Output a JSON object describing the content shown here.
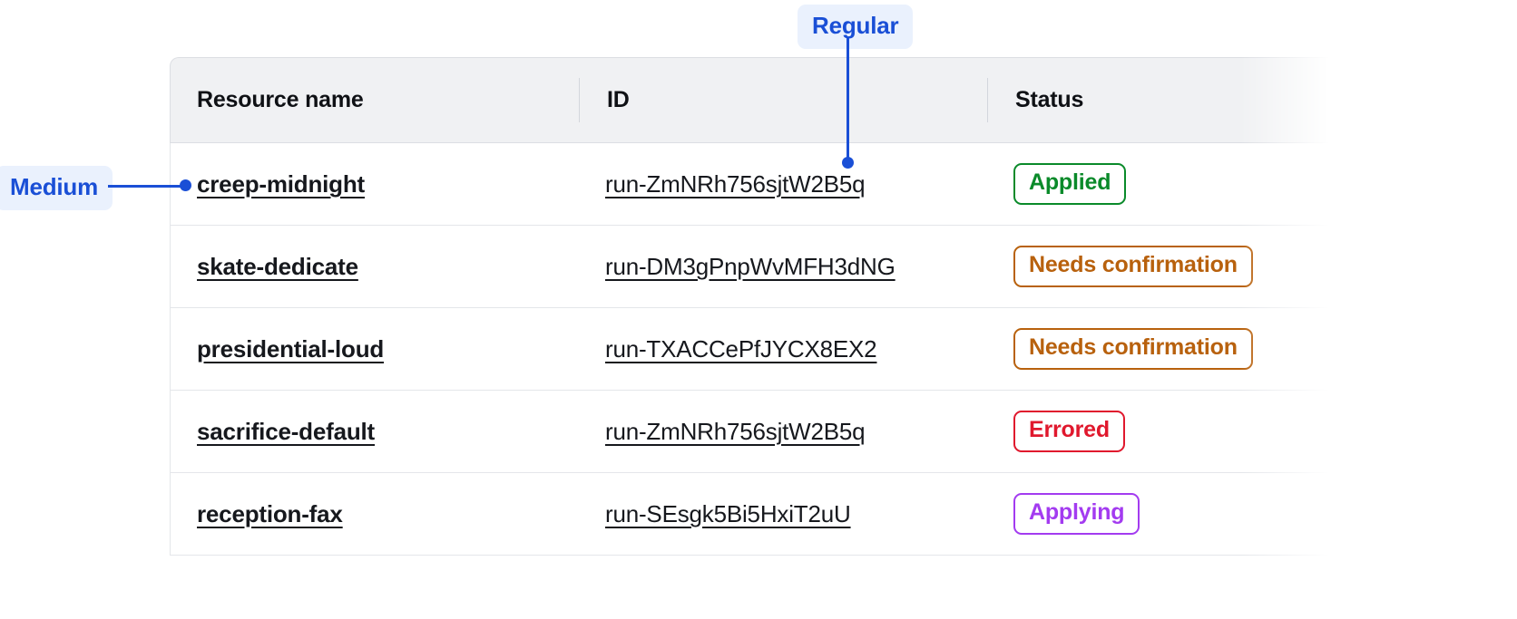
{
  "annotations": [
    {
      "id": "medium",
      "label": "Medium",
      "color": "#1a4fd6",
      "bg": "#eaf1fd",
      "points_to": "resource-name-cell"
    },
    {
      "id": "regular",
      "label": "Regular",
      "color": "#1a4fd6",
      "bg": "#eaf1fd",
      "points_to": "id-cell"
    }
  ],
  "table": {
    "columns": [
      {
        "key": "resource_name",
        "label": "Resource name"
      },
      {
        "key": "id",
        "label": "ID"
      },
      {
        "key": "status",
        "label": "Status"
      }
    ],
    "rows": [
      {
        "resource_name": "creep-midnight",
        "id": "run-ZmNRh756sjtW2B5q",
        "status": "Applied",
        "status_kind": "applied",
        "status_color": "#0a8a2a"
      },
      {
        "resource_name": "skate-dedicate",
        "id": "run-DM3gPnpWvMFH3dNG",
        "status": "Needs confirmation",
        "status_kind": "needs",
        "status_color": "#b8610d"
      },
      {
        "resource_name": "presidential-loud",
        "id": "run-TXACCePfJYCX8EX2",
        "status": "Needs confirmation",
        "status_kind": "needs",
        "status_color": "#b8610d"
      },
      {
        "resource_name": "sacrifice-default",
        "id": "run-ZmNRh756sjtW2B5q",
        "status": "Errored",
        "status_kind": "errored",
        "status_color": "#e0182d"
      },
      {
        "resource_name": "reception-fax",
        "id": "run-SEsgk5Bi5HxiT2uU",
        "status": "Applying",
        "status_kind": "applying",
        "status_color": "#a33bf0"
      }
    ]
  },
  "theme": {
    "header_bg": "#f0f1f3",
    "border": "#e4e6ea",
    "text": "#16181d",
    "accent": "#1a4fd6"
  }
}
